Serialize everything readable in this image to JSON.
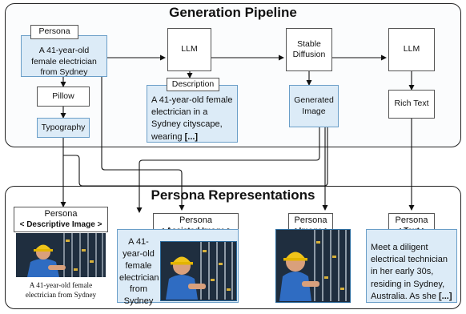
{
  "generation": {
    "title": "Generation Pipeline",
    "persona_label": "Persona",
    "persona_text": "A 41-year-old female electrician from Sydney",
    "pillow": "Pillow",
    "typography": "Typography",
    "llm1": "LLM",
    "description_label": "Description",
    "description_text": "A 41-year-old female electrician in a Sydney cityscape, wearing",
    "description_ellipsis": "[...]",
    "stable_diffusion": "Stable Diffusion",
    "generated_image": "Generated Image",
    "llm2": "LLM",
    "rich_text": "Rich Text"
  },
  "representations": {
    "title": "Persona Representations",
    "descriptive": {
      "label": "Persona",
      "sub": "< Descriptive Image >",
      "caption": "A 41-year-old female electrician from Sydney"
    },
    "assisted": {
      "label": "Persona",
      "sub": "< Assisted Image >",
      "side_text": "A 41-year-old female electrician from Sydney"
    },
    "image": {
      "label": "Persona",
      "sub": "< Image >"
    },
    "text": {
      "label": "Persona",
      "sub": "< Text >",
      "body": "Meet a diligent electrical technician in her early 30s, residing in Sydney, Australia. As she",
      "ellipsis": "[...]"
    }
  },
  "colors": {
    "box_fill": "#dcebf7",
    "box_stroke": "#6a9ec8",
    "photo_border": "#2b6a9c"
  }
}
